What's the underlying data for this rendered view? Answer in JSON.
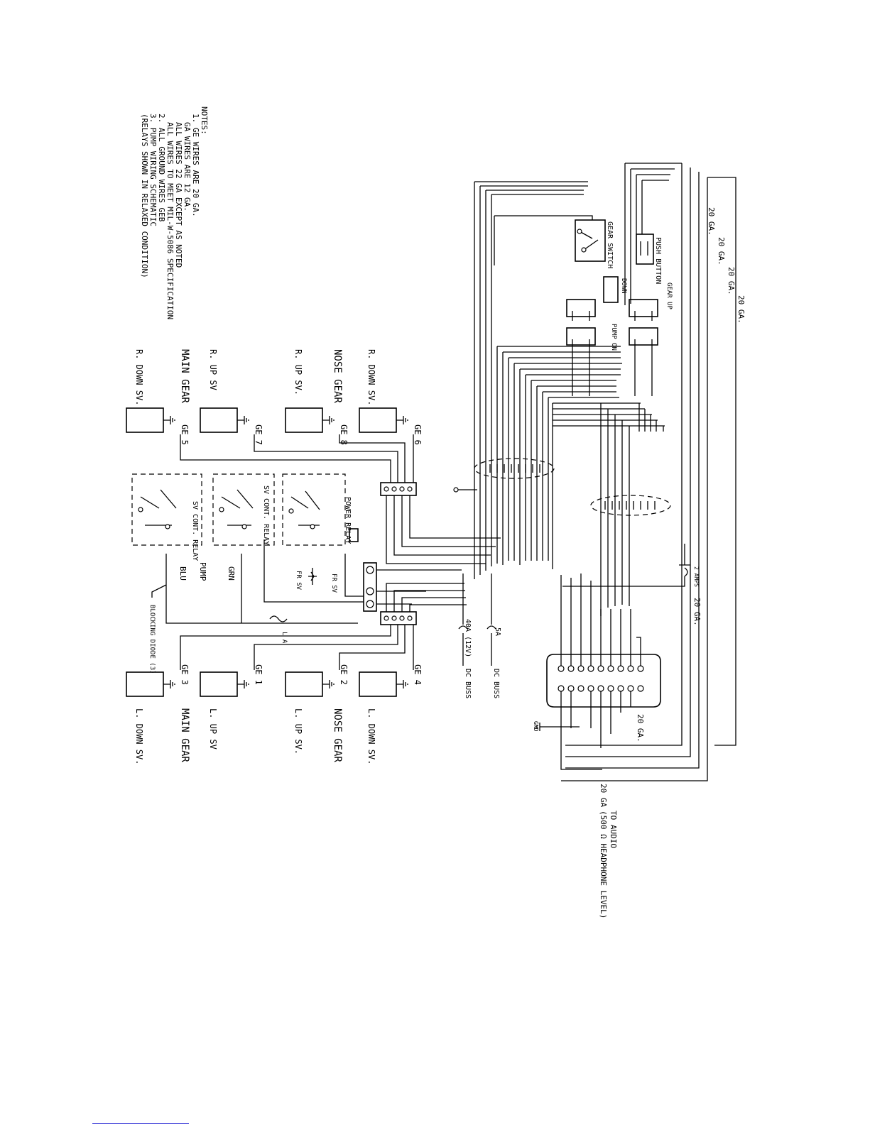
{
  "notes": {
    "heading": "NOTES:",
    "lines": [
      "1. GE WIRES ARE 20 GA.",
      "GA WIRES ARE 12 GA.",
      "ALL WIRES 22 GA EXCEPT AS NOTED",
      "ALL WIRES TO MEET MIL-W-5086 SPECIFICATION",
      "2. ALL GROUND WIRES GEB",
      "3. PUMP WIRING SCHEMATIC",
      "(RELAYS SHOWN IN RELAXED CONDITION)"
    ]
  },
  "valves": [
    {
      "label": "R. DOWN SV.",
      "wire": "GE 6"
    },
    {
      "label": "R. UP SV.",
      "wire": "GE 8"
    },
    {
      "label": "R. UP SV",
      "wire": "GE 7"
    },
    {
      "label": "R. DOWN SV.",
      "wire": "GE 5"
    },
    {
      "label": "L. DOWN SV.",
      "wire": "GE 4"
    },
    {
      "label": "L. UP SV.",
      "wire": "GE 2"
    },
    {
      "label": "L. UP SV",
      "wire": "GE 1"
    },
    {
      "label": "L. DOWN SV.",
      "wire": "GE 3"
    }
  ],
  "groups": {
    "nose_gear_right": "NOSE GEAR",
    "main_gear_right": "MAIN GEAR",
    "nose_gear_left": "NOSE GEAR",
    "main_gear_left": "MAIN GEAR"
  },
  "components": {
    "push_button": "PUSH BUTTON",
    "gear_switch": "GEAR SWITCH",
    "down": "DOWN",
    "pump_on": "PUMP ON",
    "gear_up": "GEAR UP",
    "power_relay": "POWER RELAY",
    "sv_control_relay": "SV CONT. RELAY",
    "pump": "PUMP",
    "grn": "GRN",
    "blu": "BLU",
    "fr_sv": "FR SV",
    "blocking_diode": "BLOCKING DIODE (3)",
    "la": "L A",
    "breaker_40a": "40A (12V)",
    "breaker_5a": "5A",
    "dc_buss_1": "DC BUSS",
    "dc_buss_2": "DC BUSS",
    "breaker_2amp": "2 AMPS",
    "gnd": "GND"
  },
  "wire_gauges": {
    "g1": "20 GA.",
    "g2": "20 GA.",
    "g3": "20 GA.",
    "g4": "20 GA.",
    "g5": "20 GA.",
    "g6": "20 GA.",
    "audio_wire": "20 GA"
  },
  "audio": {
    "line1": "TO AUDIO",
    "line2": "(500 Ω HEADPHONE LEVEL)"
  }
}
